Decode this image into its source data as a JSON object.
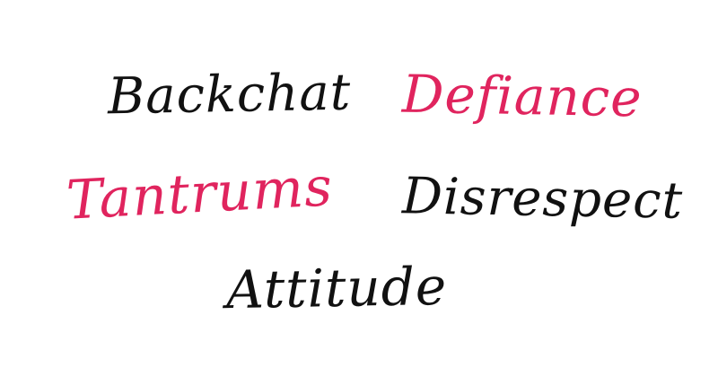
{
  "words": [
    {
      "text": "Backchat",
      "color": "#111111"
    },
    {
      "text": "Defiance",
      "color": "#e0245e"
    },
    {
      "text": "Tantrums",
      "color": "#e0245e"
    },
    {
      "text": "Disrespect",
      "color": "#111111"
    },
    {
      "text": "Attitude",
      "color": "#111111"
    }
  ]
}
